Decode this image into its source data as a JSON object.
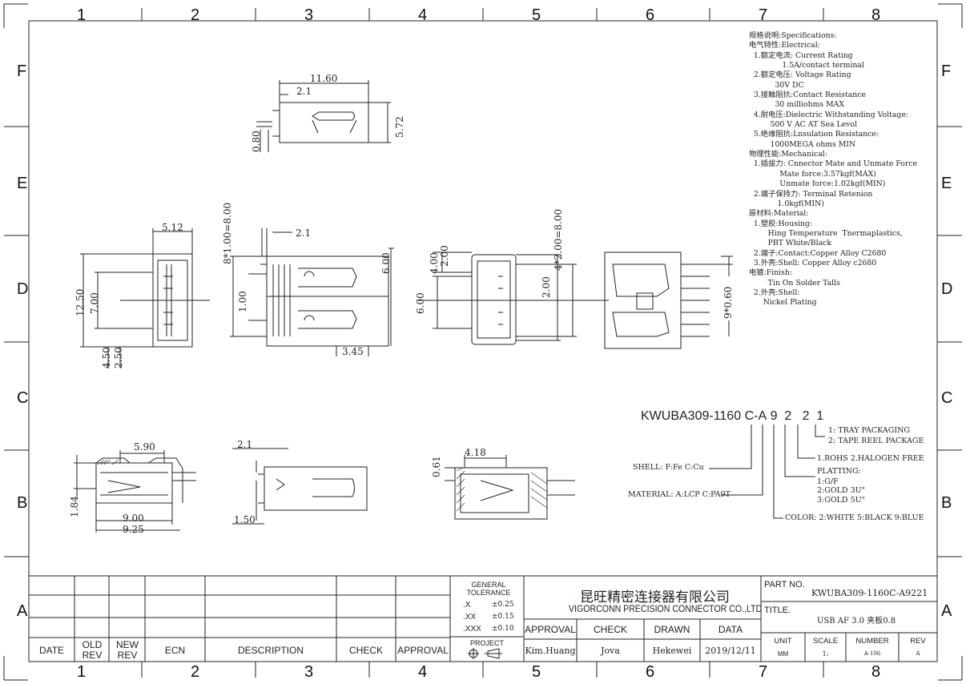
{
  "zones": {
    "columns": [
      "1",
      "2",
      "3",
      "4",
      "5",
      "6",
      "7",
      "8"
    ],
    "rows": [
      "F",
      "E",
      "D",
      "C",
      "B",
      "A"
    ]
  },
  "specifications": [
    "规格说明:Specifications:",
    "电气特性:Electrical:",
    "  1.额定电流: Current Rating",
    "              1.5A/contact terminal",
    "  2.额定电压: Voltage Rating",
    "           30V DC",
    "  3.接触阻抗:Contact Resistance",
    "           30 milliohms MAX",
    "  4.耐电压:Dielectric Withstanding Voltage:",
    "         500 V AC AT Sea Levol",
    "  5.绝缘阻抗:Lnsulation Resistance:",
    "         1000MEGA ohms MIN",
    "物理性能:Mechanical:",
    "  1.插拔力: Cnnector Mate and Unmate Force",
    "             Mate force:3.57kgf(MAX)",
    "             Unmate force:1.02kgf(MIN)",
    "  2.端子保持力: Terminal Retenion",
    "            1.0kgf(MIN)",
    "原材料:Material:",
    "  1.塑胶:Housing:",
    "        Hing Temperature  Tnermaplastics,",
    "        PBT White/Black",
    "  2.端子:Contact:Copper Alloy C2680",
    "  3.外壳:Shell: Copper Alloy c2680",
    "电镀:Finish:",
    "",
    "        Tin On Solder Talls",
    "  2.外壳:Shell:",
    "      Nickel Plating"
  ],
  "dimensions": {
    "top_width": "11.60",
    "top_offset": "2.1",
    "top_height": "5.72",
    "top_thick": "0.80",
    "front_width": "5.12",
    "front_h1": "12.50",
    "front_h2": "7.00",
    "front_b1": "4.50",
    "front_b2": "2.50",
    "side_pitch": "8*1.00=8.00",
    "side_offset": "2.1",
    "side_h": "6.00",
    "side_l": "1.00",
    "side_w": "3.45",
    "mid_a": "4.00",
    "mid_b": "2.00",
    "mid_c": "6.00",
    "mid_d": "2.00",
    "mid_pitch": "4*2.00=8.00",
    "right_pin": "9*0.60",
    "bot_top": "5.90",
    "bot_h": "1.84",
    "bot_w1": "9.00",
    "bot_w2": "9.25",
    "bot2_off": "2.1",
    "bot2_len": "1.50",
    "bot3_len": "4.18",
    "bot3_h": "0.61"
  },
  "part_code": {
    "base": "KWUBA309-1160",
    "chars": [
      "C",
      "-",
      "A",
      "9",
      "2",
      "2",
      "1"
    ],
    "packaging_1": "1:  TRAY PACKAGING",
    "packaging_2": "2:  TAPE REEL PACKAGE",
    "rohs": "1.ROHS  2.HALOGEN FREE",
    "plating_title": "PLATTING:",
    "plating_1": "1:G/F",
    "plating_2": "2:GOLD 3U\"",
    "plating_3": "3:GOLD 5U\"",
    "shell": "SHELL: F:Fe C:Cu",
    "material": "MATERIAL: A:LCP C:PA9T",
    "color": "COLOR: 2:WHITE 5:BLACK 9:BLUE"
  },
  "titleblock": {
    "headers": {
      "date": "DATE",
      "old_rev": "OLD REV",
      "new_rev": "NEW REV",
      "ecn": "ECN",
      "description": "DESCRIPTION",
      "check": "CHECK",
      "approval": "APPROVAL"
    },
    "tolerance": {
      "title": "GENERAL TOLERANCE",
      "rows": [
        {
          "k": ".X",
          "v": "±0.25"
        },
        {
          "k": ".XX",
          "v": "±0.15"
        },
        {
          "k": ".XXX",
          "v": "±0.10"
        }
      ],
      "project": "PROJECT"
    },
    "company_cn": "昆旺精密连接器有限公司",
    "company_en": "VIGORCONN PRECISION CONNECTOR CO.,LTD",
    "sign_headers": [
      "APPROVAL",
      "CHECK",
      "DRAWN",
      "DATA"
    ],
    "sign_values": [
      "Kim.Huang",
      "Jova",
      "Hekewei",
      "2019/12/11"
    ],
    "part_no_label": "PART NO.",
    "part_no": "KWUBA309-1160C-A9221",
    "title_label": "TITLE.",
    "title": "USB AF 3.0 夹板0.8",
    "unit_label": "UNIT",
    "unit": "MM",
    "scale_label": "SCALE",
    "scale": "1:",
    "number_label": "NUMBER",
    "number": "A-106",
    "rev_label": "REV",
    "rev": "A"
  },
  "colors": {
    "line": "#222222",
    "paper": "#ffffff"
  }
}
